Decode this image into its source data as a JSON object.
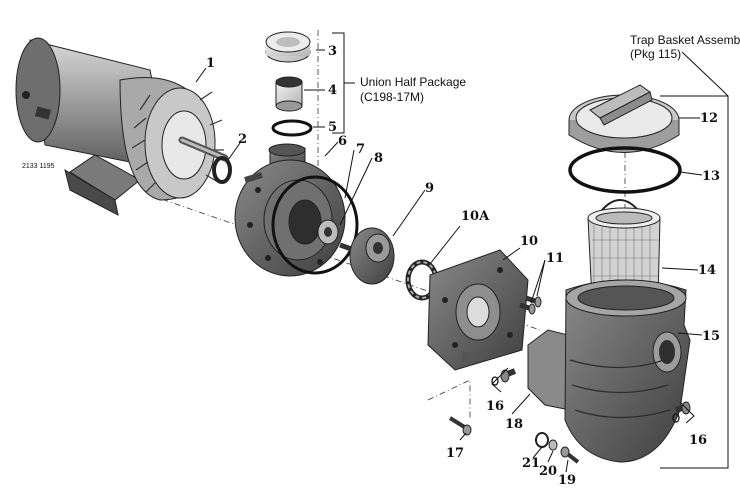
{
  "diagram": {
    "drawing_code": "2133 1195",
    "callouts": [
      {
        "id": "c1",
        "text": "1"
      },
      {
        "id": "c2",
        "text": "2"
      },
      {
        "id": "c3",
        "text": "3"
      },
      {
        "id": "c4",
        "text": "4"
      },
      {
        "id": "c5",
        "text": "5"
      },
      {
        "id": "c6",
        "text": "6"
      },
      {
        "id": "c7",
        "text": "7"
      },
      {
        "id": "c8",
        "text": "8"
      },
      {
        "id": "c9",
        "text": "9"
      },
      {
        "id": "c10A",
        "text": "10A"
      },
      {
        "id": "c10",
        "text": "10"
      },
      {
        "id": "c11",
        "text": "11"
      },
      {
        "id": "c12",
        "text": "12"
      },
      {
        "id": "c13",
        "text": "13"
      },
      {
        "id": "c14",
        "text": "14"
      },
      {
        "id": "c15",
        "text": "15"
      },
      {
        "id": "c16a",
        "text": "16"
      },
      {
        "id": "c16b",
        "text": "16"
      },
      {
        "id": "c17",
        "text": "17"
      },
      {
        "id": "c18",
        "text": "18"
      },
      {
        "id": "c19",
        "text": "19"
      },
      {
        "id": "c20",
        "text": "20"
      },
      {
        "id": "c21",
        "text": "21"
      }
    ],
    "union_package": {
      "line1": "Union Half Package",
      "line2": "(C198-17M)"
    },
    "trap_assembly": {
      "line1": "Trap Basket Assembly",
      "line2": "(Pkg 115)"
    }
  }
}
